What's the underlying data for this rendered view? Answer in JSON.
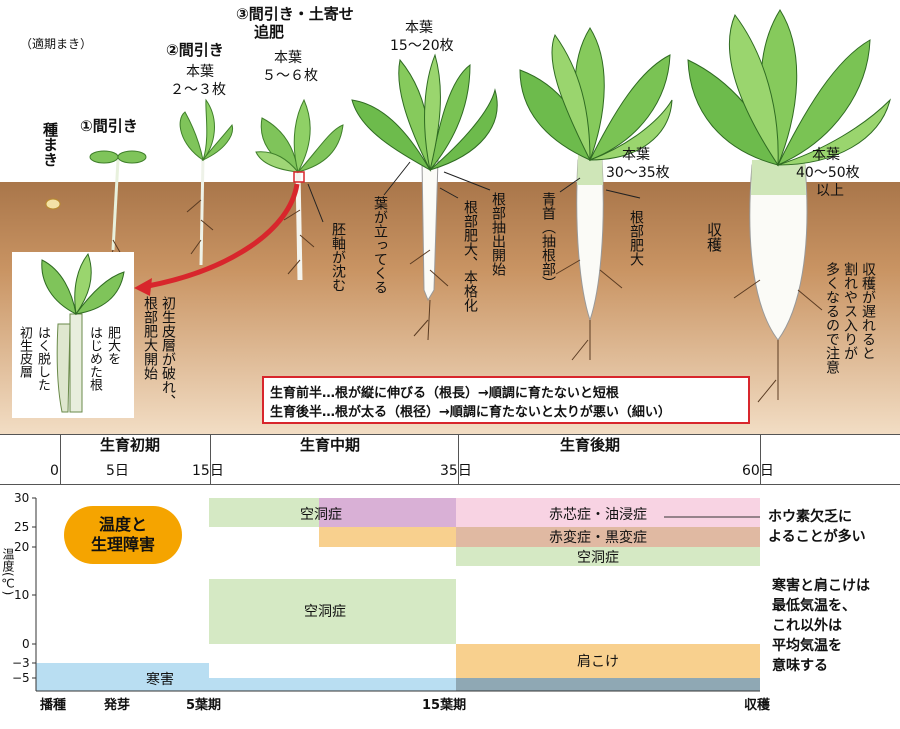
{
  "top": {
    "tekiki": "（適期まき）",
    "tane": "種まき",
    "mabiki1": "①間引き",
    "mabiki2": "②間引き",
    "honba23": [
      "本葉",
      "２～３枚"
    ],
    "mabiki3": [
      "③間引き・土寄せ",
      "追肥"
    ],
    "honba56": [
      "本葉",
      "５～６枚"
    ],
    "honba1520": [
      "本葉",
      "15～20枚"
    ],
    "honba3035": [
      "本葉",
      "30～35枚"
    ],
    "honba4050": [
      "本葉",
      "40～50枚",
      "以上"
    ],
    "haitiku": "胚軸が沈む",
    "ha_tatte": "葉が立ってくる",
    "konbu_hidai": "根部肥大、本格化",
    "konbu_chushutsu": "根部抽出開始",
    "aokubi": "青首（抽根部）",
    "konbu_hidai2": "根部肥大",
    "shukaku": "収穫",
    "late_note": [
      "収穫が遅れると",
      "割れやス入りが",
      "多くなるので注意"
    ],
    "shohi_note": [
      "初生皮層が破れ、",
      "根部肥大開始"
    ],
    "inset": {
      "hidai": [
        "肥大を",
        "はじめた根"
      ],
      "hakudatsu": [
        "はく脱した",
        "初生皮層"
      ]
    },
    "note_lines": [
      "生育前半…根が縦に伸びる（根長）→順調に育たないと短根",
      "生育後半…根が太る（根径）→順調に育たないと太りが悪い（細い）"
    ]
  },
  "stages": [
    "生育初期",
    "生育中期",
    "生育後期"
  ],
  "days": [
    "0",
    "5日",
    "15日",
    "35日",
    "60日"
  ],
  "temp_chart": {
    "badge": [
      "温度と",
      "生理障害"
    ],
    "ylabel": "温度(℃)",
    "y_ticks": [
      "30",
      "25",
      "20",
      "10",
      "0",
      "−3",
      "−5"
    ],
    "x_ticks": [
      "播種",
      "発芽",
      "5葉期",
      "15葉期",
      "収穫"
    ],
    "bands": {
      "kudo_upper": "空洞症",
      "akashin": "赤芯症・油浸症",
      "akahen": "赤変症・黒変症",
      "kudo_late": "空洞症",
      "kudo_mid": "空洞症",
      "katakoke": "肩こけ",
      "kangai": "寒害"
    },
    "colors": {
      "green": "#d5e9c4",
      "purple": "#d9b0d6",
      "pink": "#f8d3e3",
      "orange": "#f8d08e",
      "brown": "#e0b9a2",
      "blue": "#b9def2",
      "slate": "#8fa8b4"
    },
    "note_hou": [
      "ホウ素欠乏に",
      "よることが多い"
    ],
    "note_kangai": [
      "寒害と肩こけは",
      "最低気温を、",
      "これ以外は",
      "平均気温を",
      "意味する"
    ]
  }
}
